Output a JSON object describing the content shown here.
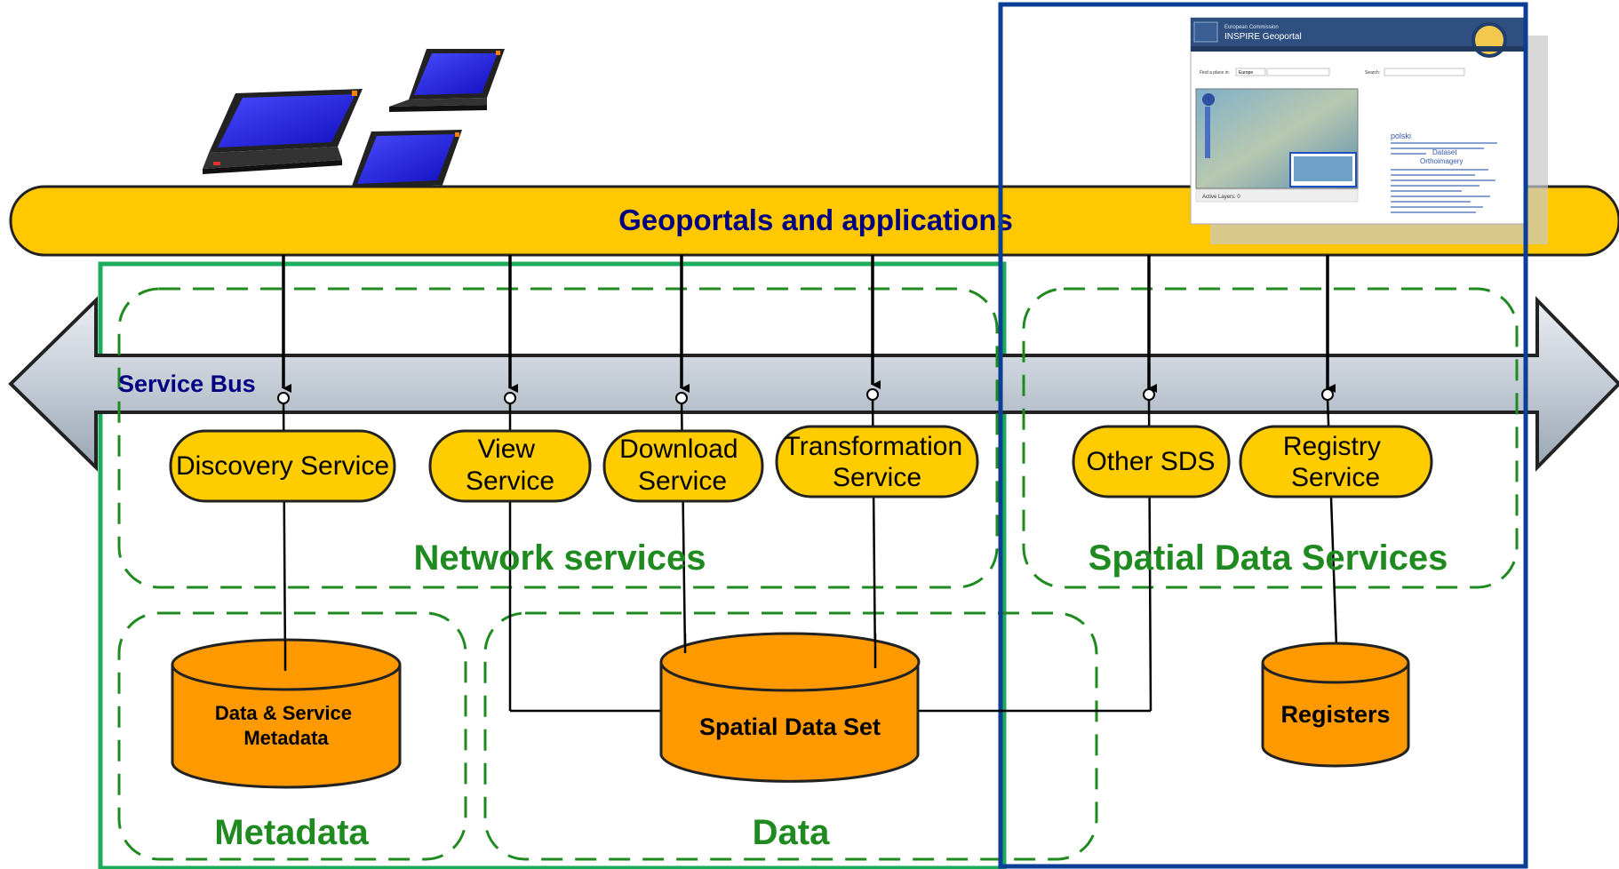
{
  "banner": {
    "label": "Geoportals and applications"
  },
  "bus": {
    "label": "Service Bus"
  },
  "services": {
    "discovery": [
      "Discovery Service"
    ],
    "view": [
      "View",
      "Service"
    ],
    "download": [
      "Download",
      "Service"
    ],
    "transformation": [
      "Transformation",
      "Service"
    ],
    "other_sds": [
      "Other SDS"
    ],
    "registry": [
      "Registry",
      "Service"
    ]
  },
  "groups": {
    "network": "Network services",
    "sds": "Spatial Data Services",
    "metadata": "Metadata",
    "data": "Data"
  },
  "databases": {
    "metadata": [
      "Data & Service",
      "Metadata"
    ],
    "spatial": [
      "Spatial Data Set"
    ],
    "registers": [
      "Registers"
    ]
  },
  "geoportal": {
    "org": "European Commission",
    "title": "INSPIRE Geoportal",
    "find_label": "Find a place in:",
    "find_value": "Europe",
    "search_label": "Search:",
    "active_layers": "Active Layers: 0",
    "tag_large": "polski",
    "tag_medium": "Dataset",
    "tag_medium2": "Orthoimagery"
  },
  "colors": {
    "banner_fill": "#ffc800",
    "service_fill": "#ffcc00",
    "db_fill": "#ff9900",
    "group_text": "#1f8a1f",
    "title_text": "#000080",
    "green_frame": "#1bac5c",
    "blue_frame": "#0b3f96"
  }
}
